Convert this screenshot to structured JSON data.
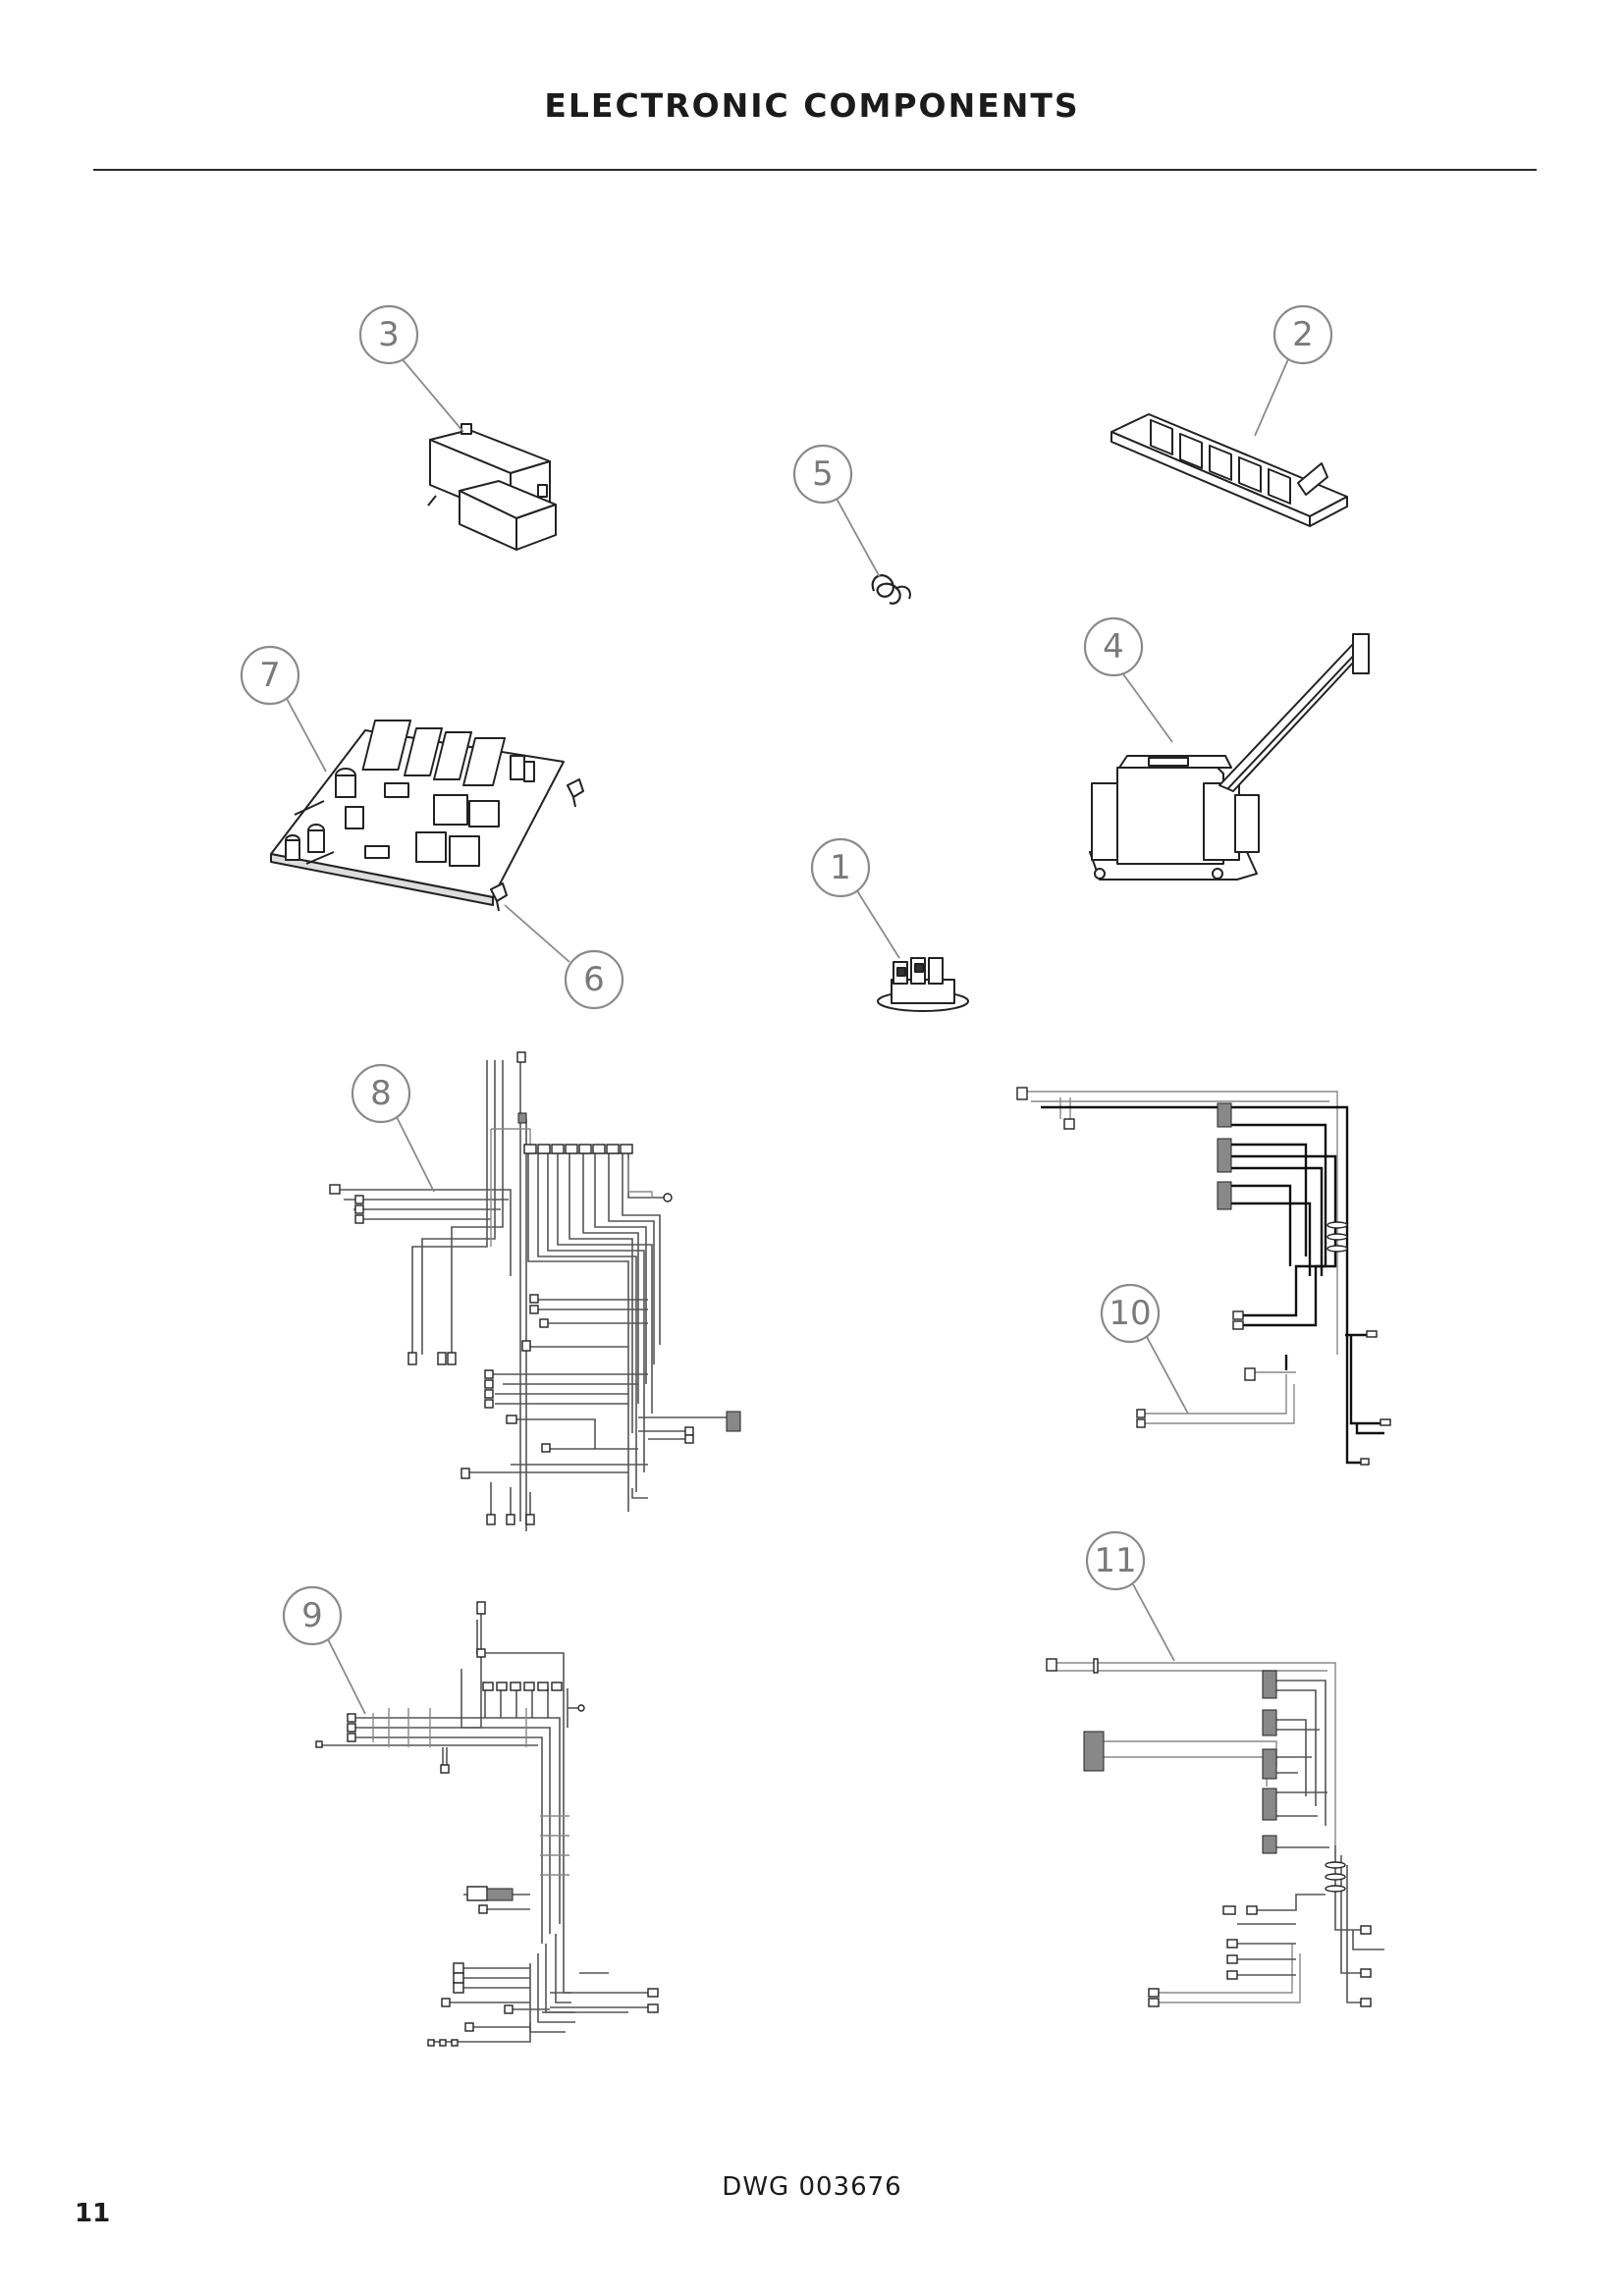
{
  "page": {
    "title": "ELECTRONIC COMPONENTS",
    "drawing_number": "DWG 003676",
    "page_number": "11"
  },
  "callouts": [
    {
      "id": "1",
      "label": "1"
    },
    {
      "id": "2",
      "label": "2"
    },
    {
      "id": "3",
      "label": "3"
    },
    {
      "id": "4",
      "label": "4"
    },
    {
      "id": "5",
      "label": "5"
    },
    {
      "id": "6",
      "label": "6"
    },
    {
      "id": "7",
      "label": "7"
    },
    {
      "id": "8",
      "label": "8"
    },
    {
      "id": "9",
      "label": "9"
    },
    {
      "id": "10",
      "label": "10"
    },
    {
      "id": "11",
      "label": "11"
    }
  ]
}
